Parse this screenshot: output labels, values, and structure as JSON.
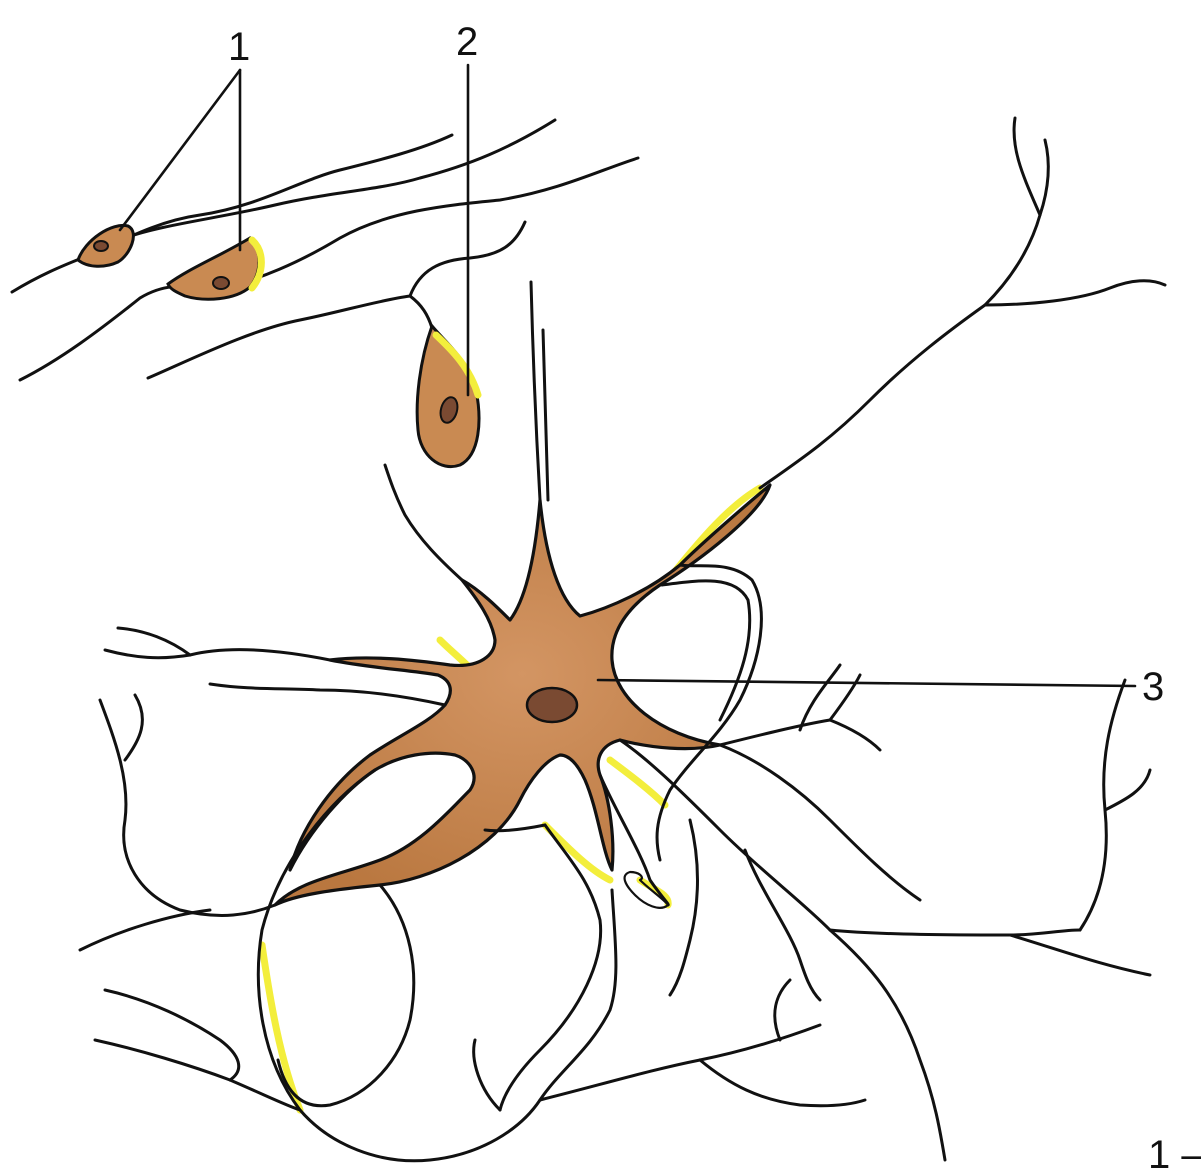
{
  "labels": {
    "satellite_cells": "1",
    "cell_2": "2",
    "neuron": "3",
    "caption_fragment": "1 –"
  },
  "colors": {
    "cytoplasm": "#c98a52",
    "cytoplasm_dark": "#b5743f",
    "nucleus": "#7a4a32",
    "outline": "#111111",
    "highlight": "#f3ee3c",
    "background": "#ffffff"
  }
}
